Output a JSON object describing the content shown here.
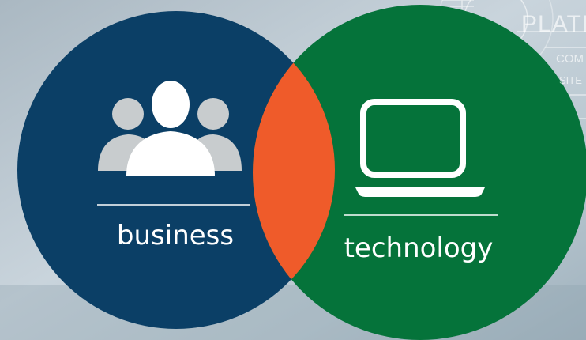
{
  "circles": {
    "left": {
      "label": "business",
      "icon": "user-group-icon",
      "color": "#0b3f66"
    },
    "right": {
      "label": "technology",
      "icon": "laptop-icon",
      "color": "#05733a"
    },
    "overlap_color": "#ef5b2a"
  },
  "background": {
    "words": [
      "PLATFO",
      "COM",
      "SITE"
    ]
  }
}
